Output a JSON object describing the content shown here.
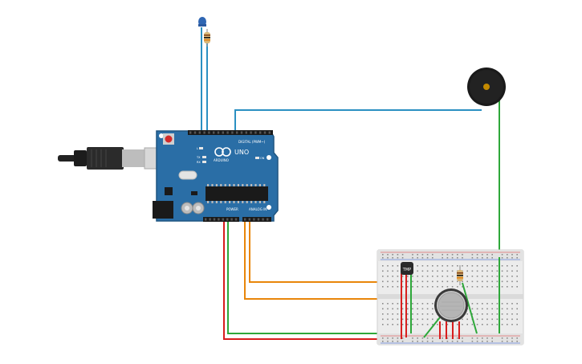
{
  "circuit": {
    "arduino": {
      "logo_text": "UNO",
      "brand_text": "ARDUINO",
      "digital_label": "DIGITAL (PWM~)",
      "power_label": "POWER",
      "analog_label": "ANALOG IN",
      "pin_labels": {
        "tx": "TX",
        "rx": "RX",
        "l": "L",
        "on": "ON"
      }
    },
    "sensor": {
      "label": "TMP"
    },
    "colors": {
      "board": "#2a6ea6",
      "board_dark": "#1f5580",
      "wire_blue": "#2b90c2",
      "wire_green": "#2ea83a",
      "wire_red": "#d81e1e",
      "wire_orange": "#e8860a",
      "breadboard": "#ececec",
      "buzzer": "#1a1a1a",
      "buzzer_center": "#c48a00"
    },
    "components": {
      "led": "led-icon",
      "resistor": "resistor-icon",
      "buzzer": "buzzer-icon",
      "usb": "usb-plug-icon",
      "gas_sensor": "gas-sensor-icon",
      "tmp_sensor": "temperature-sensor-icon"
    }
  }
}
